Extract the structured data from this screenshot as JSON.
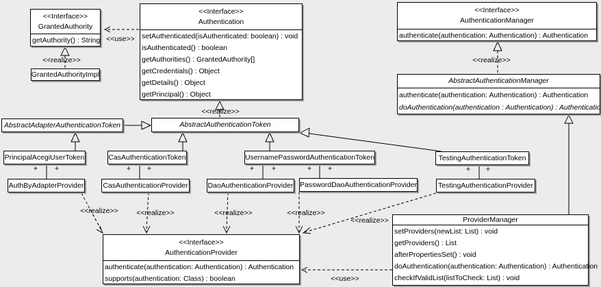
{
  "plus": "+",
  "colors": {
    "background": "#ececec",
    "box_fill": "#ffffff",
    "line": "#000000",
    "shadow": "#9c9c9c"
  },
  "labels": {
    "use_top": "<<use>>",
    "use_bottom": "<<use>>",
    "realize_granted": "<<realize>>",
    "realize_token": "<<realize>>",
    "realize_manager": "<<realize>>",
    "realize_authby": "<<realize>>",
    "realize_cas": "<<realize>>",
    "realize_dao": "<<realize>>",
    "realize_passworddao": "<<realize>>",
    "realize_testing": "<<realize>>"
  },
  "classes": {
    "granted_authority": {
      "stereotype": "<<Interface>>",
      "name": "GrantedAuthority",
      "methods": [
        "getAuthority() : String"
      ]
    },
    "granted_authority_impl": {
      "name": "GrantedAuthorityImpl"
    },
    "authentication": {
      "stereotype": "<<Interface>>",
      "name": "Authentication",
      "methods": [
        "setAuthenticated(isAuthenticated: boolean) : void",
        "isAuthenticated() : boolean",
        "getAuthorities() : GrantedAuthority[]",
        "getCredentials() : Object",
        "getDetails() : Object",
        "getPrincipal() : Object"
      ]
    },
    "authentication_manager": {
      "stereotype": "<<Interface>>",
      "name": "AuthenticationManager",
      "methods": [
        "authenticate(authentication: Authentication) : Authentication"
      ]
    },
    "abstract_authentication_manager": {
      "name": "AbstractAuthenticationManager",
      "abstract": true,
      "methods": [
        "authenticate(authentication: Authentication) : Authentication",
        "doAuthentication(authentication : Authentication) : Authentication"
      ]
    },
    "abstract_adapter_authentication_token": {
      "name": "AbstractAdapterAuthenticationToken",
      "abstract": true
    },
    "abstract_authentication_token": {
      "name": "AbstractAuthenticationToken",
      "abstract": true
    },
    "principal_acegi_user_token": {
      "name": "PrincipalAcegiUserToken"
    },
    "cas_authentication_token": {
      "name": "CasAuthenticationToken"
    },
    "username_password_authentication_token": {
      "name": "UsernamePasswordAuthenticationToken"
    },
    "testing_authentication_token": {
      "name": "TestingAuthenticationToken"
    },
    "auth_by_adapter_provider": {
      "name": "AuthByAdapterProvider"
    },
    "cas_authentication_provider": {
      "name": "CasAuthenticationProvider"
    },
    "dao_authentication_provider": {
      "name": "DaoAuthenticationProvider"
    },
    "password_dao_authentication_provider": {
      "name": "PasswordDaoAuthenticationProvider"
    },
    "testing_authentication_provider": {
      "name": "TestingAuthenticationProvider"
    },
    "authentication_provider": {
      "stereotype": "<<Interface>>",
      "name": "AuthenticationProvider",
      "methods": [
        "authenticate(authentication: Authentication) : Authentication",
        "supports(authentication: Class) : boolean"
      ]
    },
    "provider_manager": {
      "name": "ProviderManager",
      "methods": [
        "setProviders(newList: List) : void",
        "getProviders() : List",
        "afterPropertiesSet() : void",
        "doAuthentication(authentication: Authentication) : Authentication",
        "checkIfValidList(listToCheck: List) : void"
      ]
    }
  },
  "relationships": [
    {
      "from": "Authentication",
      "to": "GrantedAuthority",
      "type": "use",
      "label": "<<use>>"
    },
    {
      "from": "GrantedAuthorityImpl",
      "to": "GrantedAuthority",
      "type": "realize",
      "label": "<<realize>>"
    },
    {
      "from": "AbstractAuthenticationToken",
      "to": "Authentication",
      "type": "realize",
      "label": "<<realize>>"
    },
    {
      "from": "AbstractAuthenticationManager",
      "to": "AuthenticationManager",
      "type": "realize",
      "label": "<<realize>>"
    },
    {
      "from": "AbstractAdapterAuthenticationToken",
      "to": "AbstractAuthenticationToken",
      "type": "generalization"
    },
    {
      "from": "PrincipalAcegiUserToken",
      "to": "AbstractAdapterAuthenticationToken",
      "type": "generalization"
    },
    {
      "from": "CasAuthenticationToken",
      "to": "AbstractAuthenticationToken",
      "type": "generalization"
    },
    {
      "from": "UsernamePasswordAuthenticationToken",
      "to": "AbstractAuthenticationToken",
      "type": "generalization"
    },
    {
      "from": "TestingAuthenticationToken",
      "to": "AbstractAuthenticationToken",
      "type": "generalization"
    },
    {
      "from": "ProviderManager",
      "to": "AbstractAuthenticationManager",
      "type": "generalization"
    },
    {
      "from": "PrincipalAcegiUserToken",
      "to": "AuthByAdapterProvider",
      "type": "association",
      "ends": "+ +"
    },
    {
      "from": "CasAuthenticationToken",
      "to": "CasAuthenticationProvider",
      "type": "association",
      "ends": "+ +"
    },
    {
      "from": "UsernamePasswordAuthenticationToken",
      "to": "DaoAuthenticationProvider",
      "type": "association",
      "ends": "+ +"
    },
    {
      "from": "UsernamePasswordAuthenticationToken",
      "to": "PasswordDaoAuthenticationProvider",
      "type": "association",
      "ends": "+ +"
    },
    {
      "from": "TestingAuthenticationToken",
      "to": "TestingAuthenticationProvider",
      "type": "association",
      "ends": "+ +"
    },
    {
      "from": "AuthByAdapterProvider",
      "to": "AuthenticationProvider",
      "type": "realize",
      "label": "<<realize>>"
    },
    {
      "from": "CasAuthenticationProvider",
      "to": "AuthenticationProvider",
      "type": "realize",
      "label": "<<realize>>"
    },
    {
      "from": "DaoAuthenticationProvider",
      "to": "AuthenticationProvider",
      "type": "realize",
      "label": "<<realize>>"
    },
    {
      "from": "PasswordDaoAuthenticationProvider",
      "to": "AuthenticationProvider",
      "type": "realize",
      "label": "<<realize>>"
    },
    {
      "from": "TestingAuthenticationProvider",
      "to": "AuthenticationProvider",
      "type": "realize",
      "label": "<<realize>>"
    },
    {
      "from": "ProviderManager",
      "to": "AuthenticationProvider",
      "type": "use",
      "label": "<<use>>"
    }
  ]
}
